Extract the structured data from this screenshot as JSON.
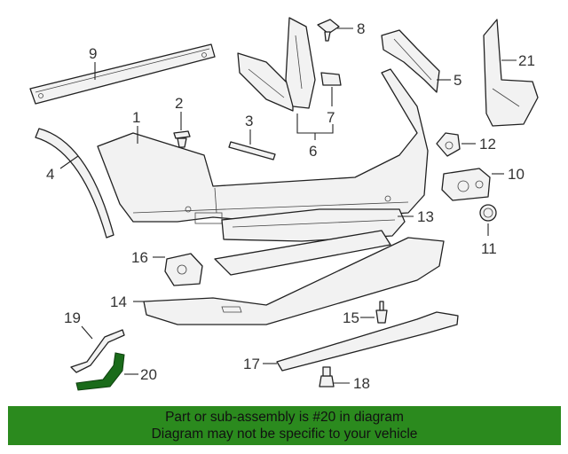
{
  "callouts": {
    "c1": "1",
    "c2": "2",
    "c3": "3",
    "c4": "4",
    "c5": "5",
    "c6": "6",
    "c7": "7",
    "c8": "8",
    "c9": "9",
    "c10": "10",
    "c11": "11",
    "c12": "12",
    "c13": "13",
    "c14": "14",
    "c15": "15",
    "c16": "16",
    "c17": "17",
    "c18": "18",
    "c19": "19",
    "c20": "20",
    "c21": "21"
  },
  "highlighted_part": "20",
  "colors": {
    "banner": "#2b8a1e",
    "highlight": "#1a6b1a"
  },
  "banner": {
    "line1": "Part or sub-assembly is #20 in diagram",
    "line2": "Diagram may not be specific to your vehicle"
  }
}
